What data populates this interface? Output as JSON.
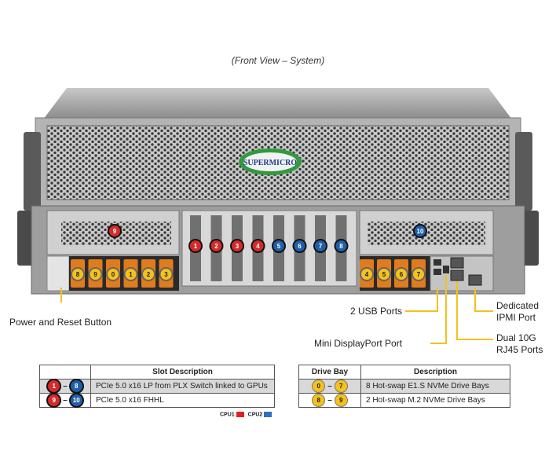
{
  "view_title": "(Front View – System)",
  "brand_logo_text": "SUPERMICRO",
  "callouts": {
    "power_reset": "Power and Reset Button",
    "usb": "2 USB Ports",
    "mini_dp": "Mini DisplayPort Port",
    "ipmi_line1": "Dedicated",
    "ipmi_line2": "IPMI Port",
    "dual10g_line1": "Dual 10G",
    "dual10g_line2": "RJ45 Ports"
  },
  "slot_table": {
    "header_desc": "Slot Description",
    "rows": [
      {
        "from": "1",
        "to": "8",
        "desc": "PCIe 5.0 x16 LP from PLX Switch linked to GPUs"
      },
      {
        "from": "9",
        "to": "10",
        "desc": "PCIe 5.0 x16 FHHL"
      }
    ]
  },
  "drive_table": {
    "header_bay": "Drive Bay",
    "header_desc": "Description",
    "rows": [
      {
        "from": "0",
        "to": "7",
        "desc": "8 Hot-swap E1.S NVMe Drive Bays"
      },
      {
        "from": "8",
        "to": "9",
        "desc": "2 Hot-swap M.2 NVMe Drive Bays"
      }
    ]
  },
  "legend": {
    "cpu1": "CPU1",
    "cpu2": "CPU2",
    "cpu1_color": "#e02020",
    "cpu2_color": "#2e6fc0"
  },
  "pcie_slots": [
    {
      "label": "1",
      "cpu": "cpu1"
    },
    {
      "label": "2",
      "cpu": "cpu1"
    },
    {
      "label": "3",
      "cpu": "cpu1"
    },
    {
      "label": "4",
      "cpu": "cpu1"
    },
    {
      "label": "5",
      "cpu": "cpu2"
    },
    {
      "label": "6",
      "cpu": "cpu2"
    },
    {
      "label": "7",
      "cpu": "cpu2"
    },
    {
      "label": "8",
      "cpu": "cpu2"
    }
  ],
  "fhhl_slots": [
    {
      "label": "9",
      "cpu": "cpu1"
    },
    {
      "label": "10",
      "cpu": "cpu2"
    }
  ],
  "drive_bays_left": [
    "8",
    "9",
    "0",
    "1",
    "2",
    "3"
  ],
  "drive_bays_right": [
    "4",
    "5",
    "6",
    "7"
  ],
  "dash_char": "–"
}
